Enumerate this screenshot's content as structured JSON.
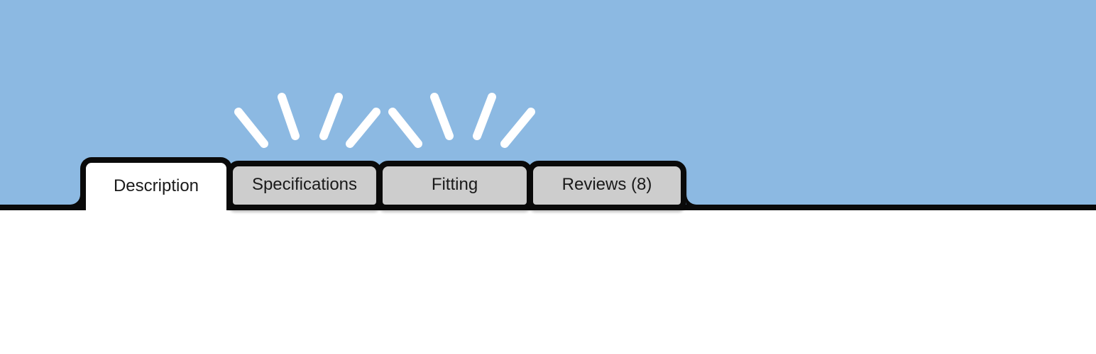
{
  "header": {
    "background_color": "#8cb9e2",
    "outline_color": "#0a0a0a",
    "decoration": {
      "sparkle_bursts": [
        {
          "name": "sparkle-burst-left",
          "above_tab": "Specifications",
          "ray_count": 4,
          "color": "#ffffff"
        },
        {
          "name": "sparkle-burst-right",
          "above_tab": "Fitting",
          "ray_count": 4,
          "color": "#ffffff"
        }
      ]
    }
  },
  "tab_bar": {
    "active_tab": "Description",
    "active_tab_color": "#ffffff",
    "inactive_tab_color": "#cdcdcd",
    "text_color": "#1a1a1a",
    "tabs": [
      {
        "id": "description",
        "label": "Description",
        "active": true
      },
      {
        "id": "specifications",
        "label": "Specifications",
        "active": false
      },
      {
        "id": "fitting",
        "label": "Fitting",
        "active": false
      },
      {
        "id": "reviews",
        "label": "Reviews (8)",
        "active": false,
        "review_count": 8
      }
    ]
  },
  "content": {
    "text": ""
  }
}
